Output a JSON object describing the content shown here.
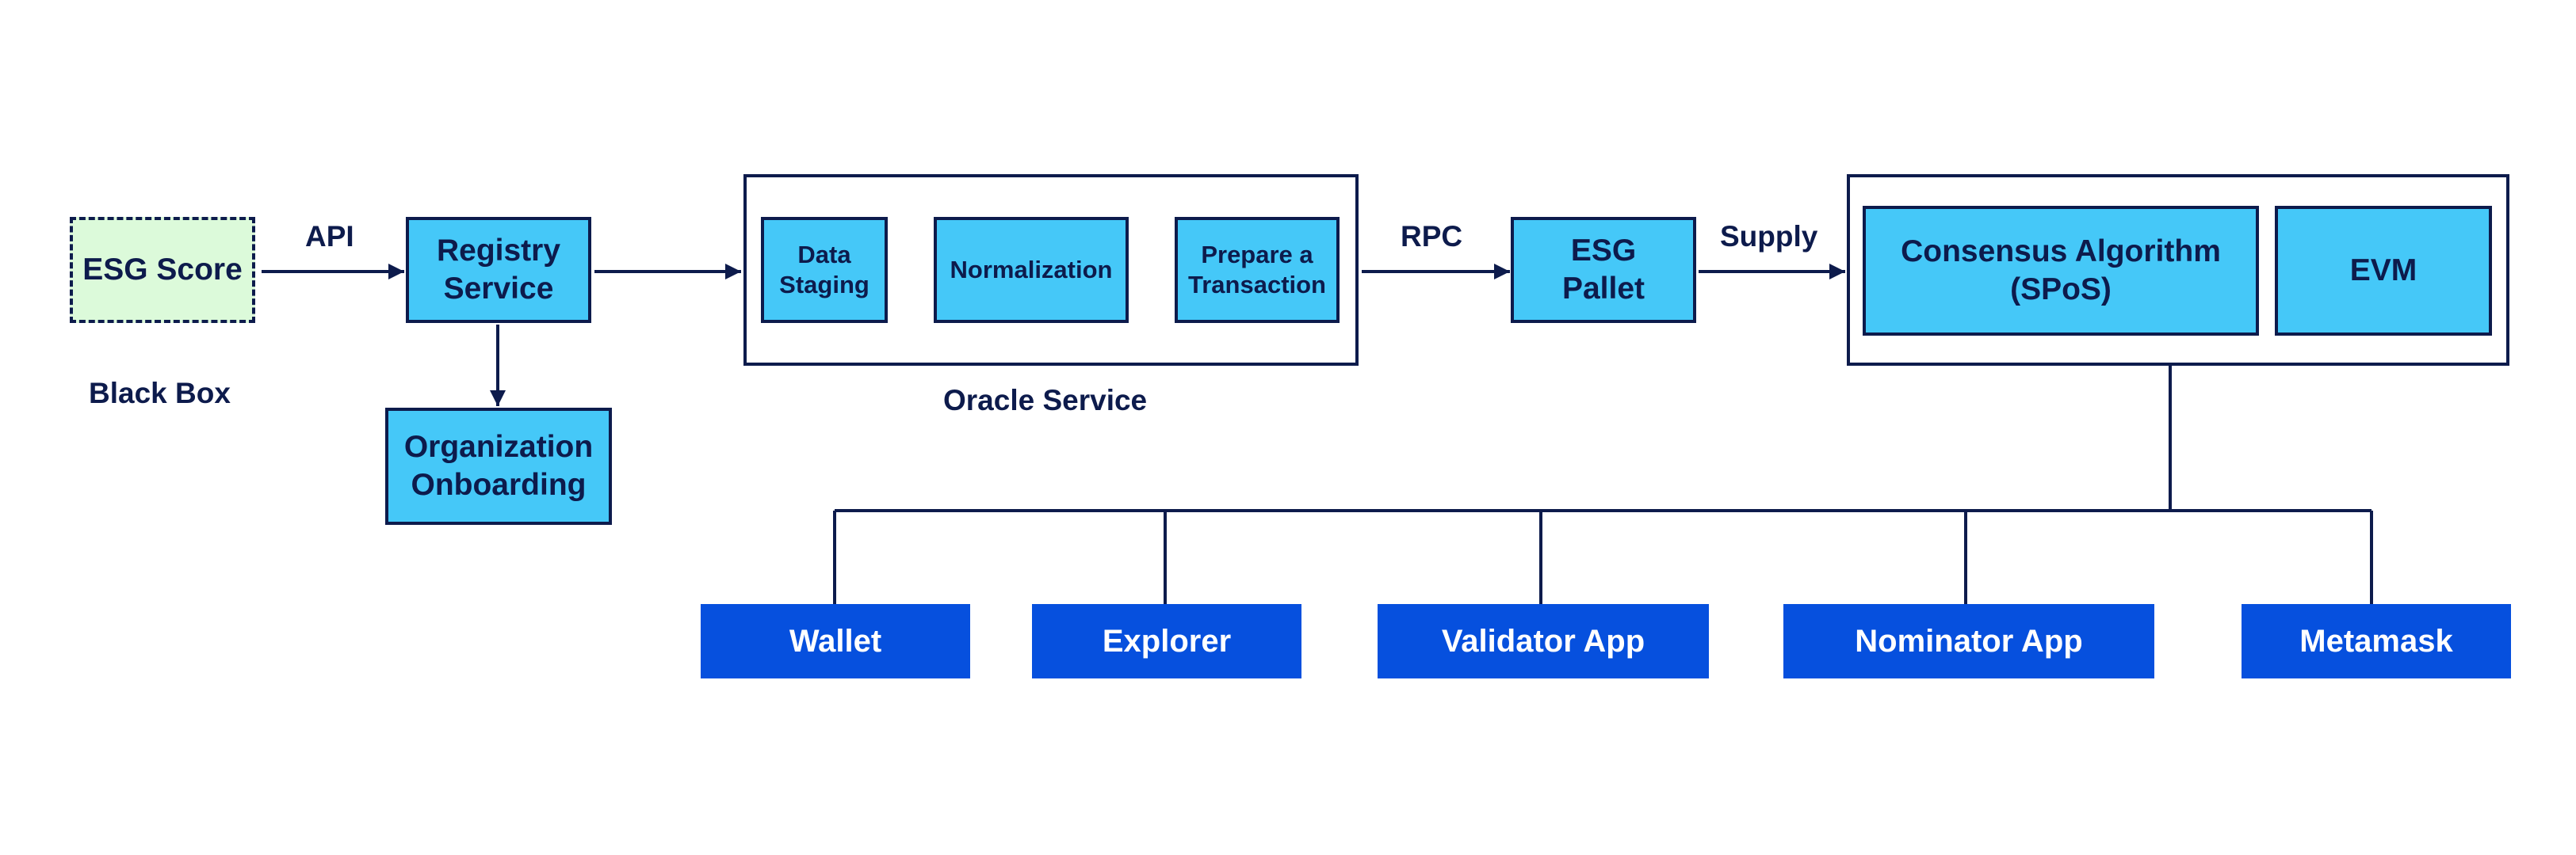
{
  "colors": {
    "node_fill": "#45c8f8",
    "client_fill": "#0650de",
    "black_box_fill": "#dcfada",
    "stroke": "#0d1b4c"
  },
  "black_box": {
    "esg_score": "ESG Score",
    "caption": "Black Box"
  },
  "edges": {
    "api": "API",
    "rpc": "RPC",
    "supply": "Supply"
  },
  "registry": {
    "service": "Registry\nService",
    "onboarding": "Organization\nOnboarding"
  },
  "oracle": {
    "caption": "Oracle Service",
    "data_staging": "Data\nStaging",
    "normalization": "Normalization",
    "prepare_transaction": "Prepare a\nTransaction"
  },
  "esg_pallet": "ESG\nPallet",
  "chain": {
    "consensus": "Consensus Algorithm\n(SPoS)",
    "evm": "EVM"
  },
  "clients": [
    "Wallet",
    "Explorer",
    "Validator App",
    "Nominator App",
    "Metamask"
  ]
}
